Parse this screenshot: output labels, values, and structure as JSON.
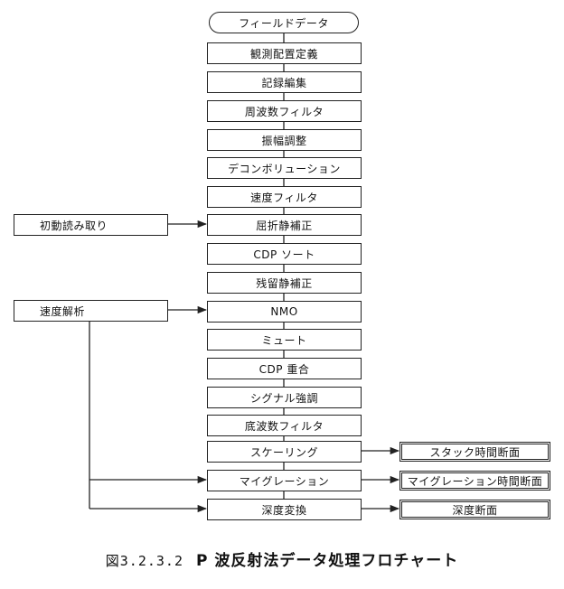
{
  "steps": [
    "フィールドデータ",
    "観測配置定義",
    "記録編集",
    "周波数フィルタ",
    "振幅調整",
    "デコンボリューション",
    "速度フィルタ",
    "屈折静補正",
    "CDP ソート",
    "残留静補正",
    "NMO",
    "ミュート",
    "CDP 重合",
    "シグナル強調",
    "底波数フィルタ",
    "スケーリング",
    "マイグレーション",
    "深度変換"
  ],
  "side_inputs": {
    "first_break": "初動読み取り",
    "velocity_analysis": "速度解析"
  },
  "outputs": {
    "stack_time": "スタック時間断面",
    "migration_time": "マイグレーション時間断面",
    "depth": "深度断面"
  },
  "caption": {
    "number": "図3.2.3.2",
    "title": "P 波反射法データ処理フロチャート"
  }
}
